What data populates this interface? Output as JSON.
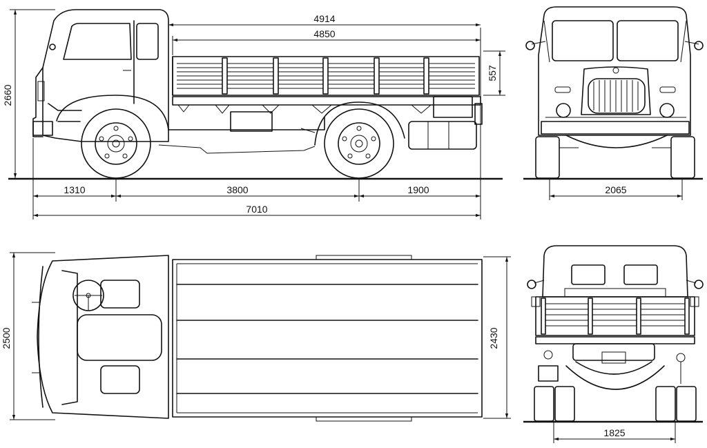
{
  "dimensions": {
    "overall_length": "7010",
    "front_overhang": "1310",
    "wheelbase": "3800",
    "rear_overhang": "1900",
    "cab_to_rear": "4914",
    "body_length": "4850",
    "side_height": "557",
    "overall_height": "2660",
    "front_track": "2065",
    "overall_width": "2500",
    "body_width": "2430",
    "rear_track": "1825"
  }
}
